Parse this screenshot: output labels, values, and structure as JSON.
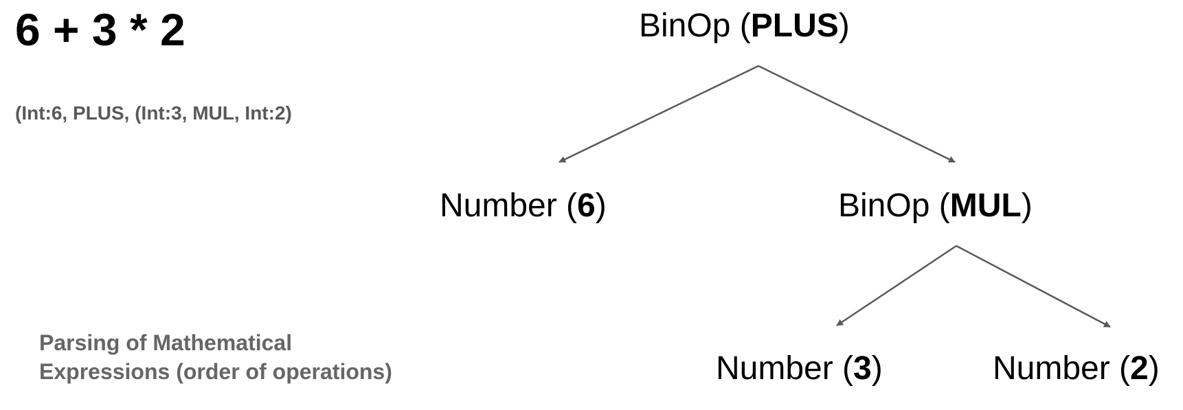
{
  "expression": "6 + 3 * 2",
  "tokens": "(Int:6, PLUS, (Int:3, MUL, Int:2)",
  "caption": {
    "line1": "Parsing of Mathematical",
    "line2": "Expressions (order of operations)"
  },
  "tree": {
    "root": {
      "type": "BinOp",
      "open": " (",
      "value": "PLUS",
      "close": ")"
    },
    "left": {
      "type": "Number",
      "open": " (",
      "value": "6",
      "close": ")"
    },
    "right": {
      "type": "BinOp",
      "open": " (",
      "value": "MUL",
      "close": ")"
    },
    "right_left": {
      "type": "Number",
      "open": " (",
      "value": "3",
      "close": ")"
    },
    "right_right": {
      "type": "Number",
      "open": " (",
      "value": "2",
      "close": ")"
    }
  },
  "colors": {
    "edge": "#595959",
    "caption": "#666666",
    "tokens": "#595959"
  }
}
